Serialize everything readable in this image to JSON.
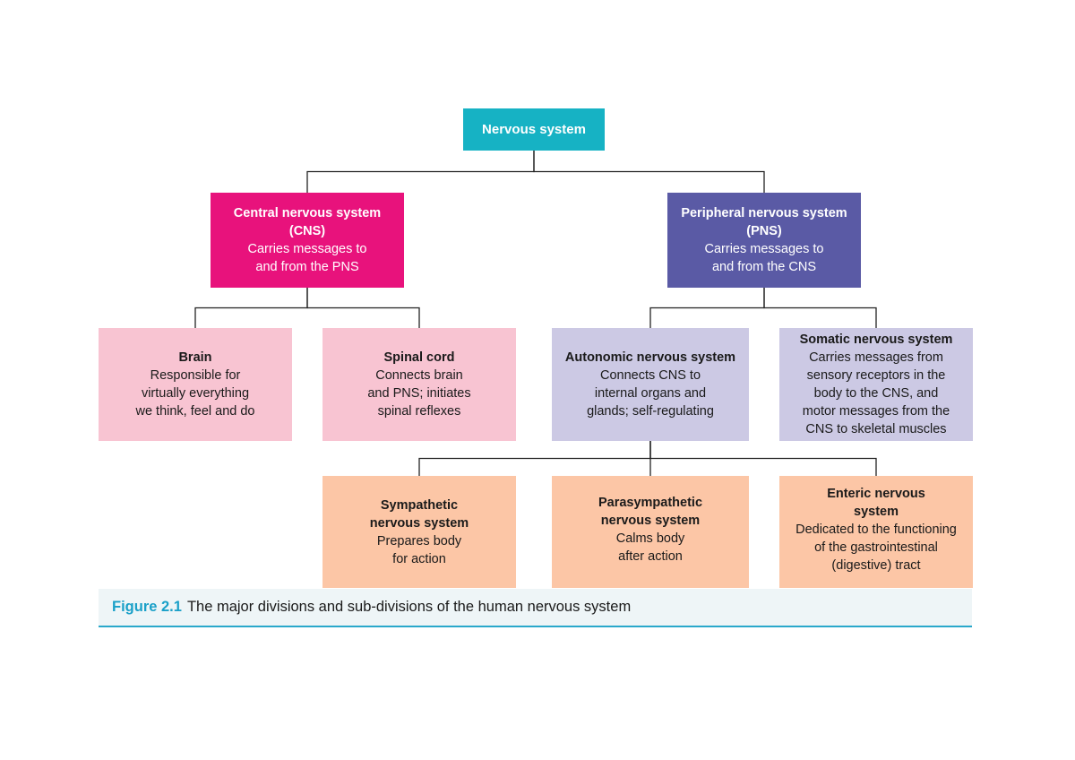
{
  "nodes": {
    "root": {
      "title": "Nervous system"
    },
    "cns": {
      "title": "Central nervous system\n(CNS)",
      "desc": "Carries messages to\nand from the PNS"
    },
    "pns": {
      "title": "Peripheral nervous system\n(PNS)",
      "desc": "Carries messages to\nand from the CNS"
    },
    "brain": {
      "title": "Brain",
      "desc": "Responsible for\nvirtually everything\nwe think, feel and do"
    },
    "spinal": {
      "title": "Spinal cord",
      "desc": "Connects brain\nand PNS; initiates\nspinal reflexes"
    },
    "autonomic": {
      "title": "Autonomic nervous system",
      "desc": "Connects CNS to\ninternal organs and\nglands; self-regulating"
    },
    "somatic": {
      "title": "Somatic nervous system",
      "desc": "Carries messages from\nsensory receptors in the\nbody to the CNS, and\nmotor messages from the\nCNS to skeletal muscles"
    },
    "sympathetic": {
      "title": "Sympathetic\nnervous system",
      "desc": "Prepares body\nfor action"
    },
    "parasympathetic": {
      "title": "Parasympathetic\nnervous system",
      "desc": "Calms body\nafter action"
    },
    "enteric": {
      "title": "Enteric nervous\nsystem",
      "desc": "Dedicated to the functioning\nof the gastrointestinal\n(digestive) tract"
    }
  },
  "edges": [
    [
      "root",
      "cns"
    ],
    [
      "root",
      "pns"
    ],
    [
      "cns",
      "brain"
    ],
    [
      "cns",
      "spinal"
    ],
    [
      "pns",
      "autonomic"
    ],
    [
      "pns",
      "somatic"
    ],
    [
      "autonomic",
      "sympathetic"
    ],
    [
      "autonomic",
      "parasympathetic"
    ],
    [
      "autonomic",
      "enteric"
    ]
  ],
  "caption": {
    "label": "Figure 2.1",
    "text": "The major divisions and sub-divisions of the human nervous system"
  },
  "colors": {
    "root": "#16b2c4",
    "cns": "#e8127c",
    "pns": "#5a5aa5",
    "cns_children": "#f8c4d2",
    "pns_children": "#ccc9e4",
    "autonomic_children": "#fcc6a6",
    "caption_accent": "#1aa0c8"
  }
}
